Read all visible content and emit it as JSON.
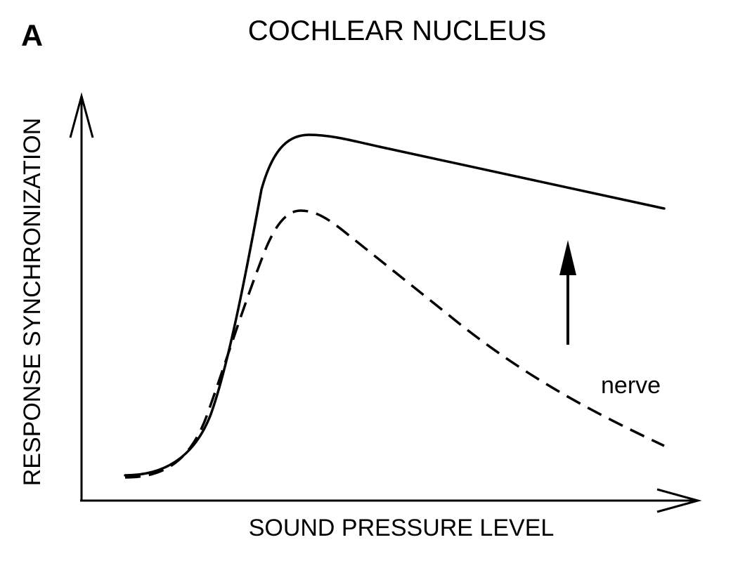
{
  "figure": {
    "panel_letter": "A",
    "title": "COCHLEAR NUCLEUS"
  },
  "axes": {
    "x_label": "SOUND PRESSURE LEVEL",
    "y_label": "RESPONSE SYNCHRONIZATION"
  },
  "curves": {
    "cochlear_nucleus": {
      "line_style": "solid",
      "color": "#000000"
    },
    "nerve": {
      "label": "nerve",
      "line_style": "dashed",
      "color": "#000000"
    }
  },
  "annotation": {
    "arrow": {
      "direction": "up"
    }
  }
}
